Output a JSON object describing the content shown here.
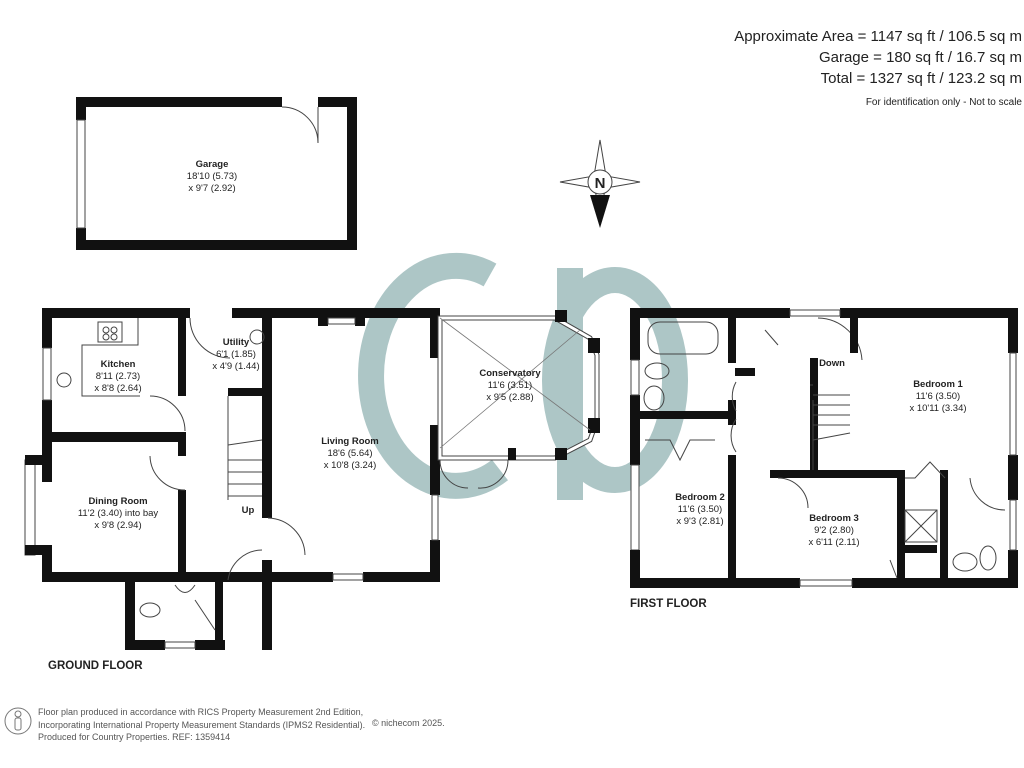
{
  "area_summary": {
    "approximate_area": "Approximate Area = 1147 sq ft / 106.5 sq m",
    "garage": "Garage = 180 sq ft / 16.7 sq m",
    "total": "Total = 1327 sq ft / 123.2 sq m",
    "note": "For identification only - Not to scale"
  },
  "compass": {
    "label": "N"
  },
  "watermark": {
    "text": "cp",
    "color": "#a9c3c3"
  },
  "rooms": {
    "garage": {
      "name": "Garage",
      "dim1": "18'10 (5.73)",
      "dim2": "x 9'7 (2.92)"
    },
    "kitchen": {
      "name": "Kitchen",
      "dim1": "8'11 (2.73)",
      "dim2": "x 8'8 (2.64)"
    },
    "utility": {
      "name": "Utility",
      "dim1": "6'1 (1.85)",
      "dim2": "x 4'9 (1.44)"
    },
    "dining": {
      "name": "Dining Room",
      "dim1": "11'2 (3.40) into bay",
      "dim2": "x 9'8 (2.94)"
    },
    "living": {
      "name": "Living Room",
      "dim1": "18'6 (5.64)",
      "dim2": "x 10'8 (3.24)"
    },
    "conservatory": {
      "name": "Conservatory",
      "dim1": "11'6 (3.51)",
      "dim2": "x 9'5 (2.88)"
    },
    "bedroom1": {
      "name": "Bedroom 1",
      "dim1": "11'6 (3.50)",
      "dim2": "x 10'11 (3.34)"
    },
    "bedroom2": {
      "name": "Bedroom 2",
      "dim1": "11'6 (3.50)",
      "dim2": "x 9'3 (2.81)"
    },
    "bedroom3": {
      "name": "Bedroom 3",
      "dim1": "9'2 (2.80)",
      "dim2": "x 6'11 (2.11)"
    }
  },
  "stairs": {
    "up": "Up",
    "down": "Down"
  },
  "floors": {
    "ground": "GROUND FLOOR",
    "first": "FIRST FLOOR"
  },
  "footer": {
    "line1": "Floor plan produced in accordance with RICS Property Measurement 2nd Edition,",
    "line2": "Incorporating International Property Measurement Standards (IPMS2 Residential).",
    "line3": "Produced for Country Properties.   REF: 1359414",
    "copyright": "© nichecom 2025."
  }
}
